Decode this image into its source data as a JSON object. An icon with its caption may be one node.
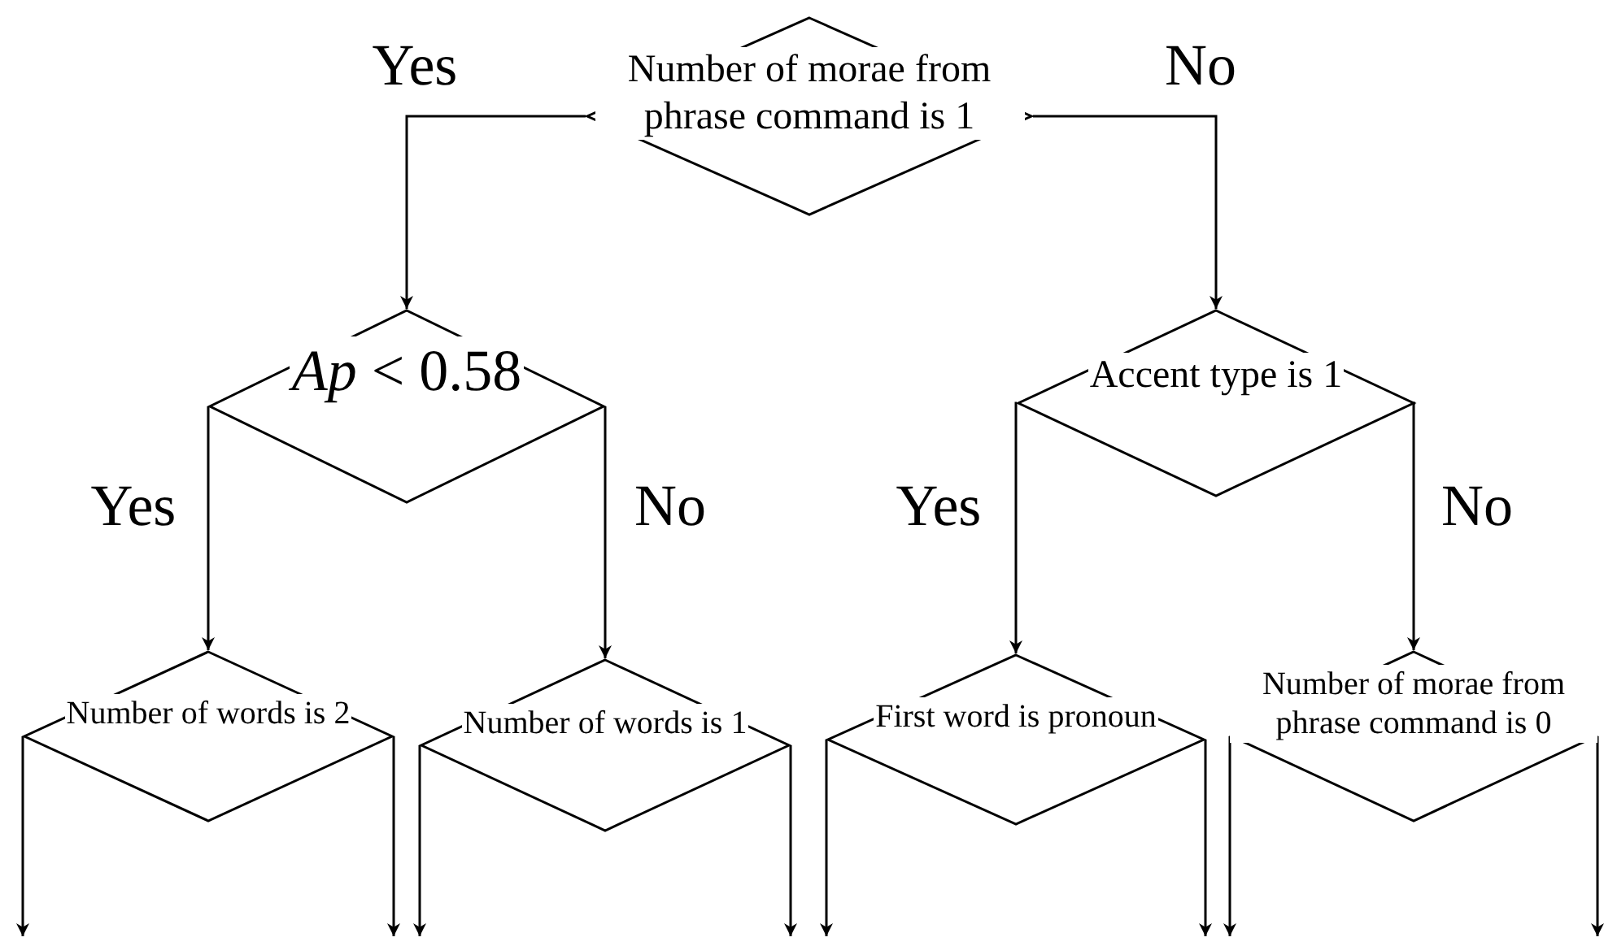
{
  "diagram": {
    "nodes": [
      {
        "text": [
          "Number of morae from phrase command is 1"
        ]
      },
      {
        "text": [
          "*Ap* < 0.58"
        ]
      },
      {
        "text": [
          "Accent type is 1"
        ]
      },
      {
        "text": [
          "Number of words is 2"
        ]
      },
      {
        "text": [
          "Number of words is 1"
        ]
      },
      {
        "text": [
          "First word is pronoun"
        ]
      },
      {
        "text": [
          "Number of morae from phrase command is 0"
        ]
      }
    ],
    "edges": [
      {
        "from": 0,
        "to": 1,
        "arrow": "to",
        "label": "Yes"
      },
      {
        "from": 0,
        "to": 2,
        "arrow": "to",
        "label": "No"
      },
      {
        "from": 1,
        "to": 3,
        "arrow": "to",
        "label": "Yes"
      },
      {
        "from": 1,
        "to": 4,
        "arrow": "to",
        "label": "No"
      },
      {
        "from": 2,
        "to": 5,
        "arrow": "to",
        "label": "Yes"
      },
      {
        "from": 2,
        "to": 6,
        "arrow": "to",
        "label": "No"
      },
      {
        "from": 3,
        "to": null,
        "arrow": "to"
      },
      {
        "from": 3,
        "to": null,
        "arrow": "to"
      },
      {
        "from": 4,
        "to": null,
        "arrow": "to"
      },
      {
        "from": 4,
        "to": null,
        "arrow": "to"
      },
      {
        "from": 5,
        "to": null,
        "arrow": "to"
      },
      {
        "from": 5,
        "to": null,
        "arrow": "to"
      },
      {
        "from": 6,
        "to": null,
        "arrow": "to"
      },
      {
        "from": 6,
        "to": null,
        "arrow": "to"
      }
    ]
  }
}
